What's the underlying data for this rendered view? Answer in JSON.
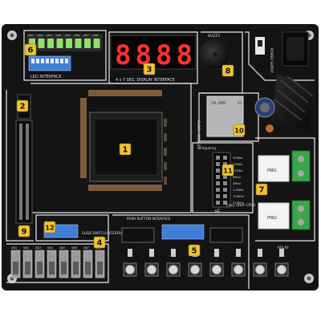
{
  "board": {
    "product_label": "Easy Start CPLD",
    "logo_text": "µC",
    "buzzer_label": "BUZZ1",
    "crystal_label": "X1",
    "crystal_text": "24.000"
  },
  "sections": {
    "led_interface": "LED INTERFACE",
    "display_interface": "4 x 7 SEG. DISPLAY INTERFACE",
    "clock_module": "CLOCK MODULE",
    "frequency": "Frequency",
    "push_button": "PUSH BUTTON INTERFACE",
    "slide_switch": "SLIDE SWITCH INTERFACE",
    "relay": "RELAY",
    "power": "POWER SUPPLY"
  },
  "display": {
    "digits": [
      "8",
      "8",
      "8",
      "8"
    ],
    "digit_color": "#ff3030"
  },
  "leds": {
    "labels": [
      "LED1",
      "LED2",
      "LED3",
      "LED4",
      "LED5",
      "LED6",
      "LED7",
      "LED8"
    ],
    "color": "#8fe06a"
  },
  "clock_frequencies": [
    "50MHz",
    "25MHz",
    "12MHz",
    "6MHz",
    "3MHz",
    "1.5MHz",
    "750KHz",
    "375KHz"
  ],
  "relays": [
    {
      "label": "PRR1",
      "marking": "PRR1"
    },
    {
      "label": "PRR2",
      "marking": "PRR2"
    }
  ],
  "switch_labels": [
    "SW1",
    "SW2",
    "SW3",
    "SW4",
    "SW5",
    "SW6",
    "SW7",
    "SW8"
  ],
  "callouts": [
    "1",
    "2",
    "3",
    "4",
    "5",
    "6",
    "7",
    "8",
    "9",
    "10",
    "11",
    "12"
  ],
  "colors": {
    "pcb": "#141414",
    "callout": "#f2c230",
    "trace": "#e8e8e8",
    "relay_green": "#3aa64a"
  }
}
